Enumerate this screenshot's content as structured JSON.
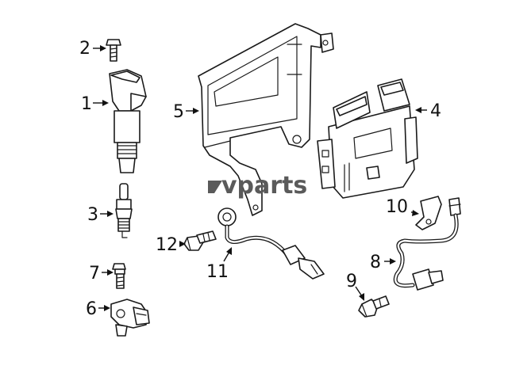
{
  "diagram": {
    "watermark": "vparts",
    "callouts": {
      "c1": "1",
      "c2": "2",
      "c3": "3",
      "c4": "4",
      "c5": "5",
      "c6": "6",
      "c7": "7",
      "c8": "8",
      "c9": "9",
      "c10": "10",
      "c11": "11",
      "c12": "12"
    }
  }
}
